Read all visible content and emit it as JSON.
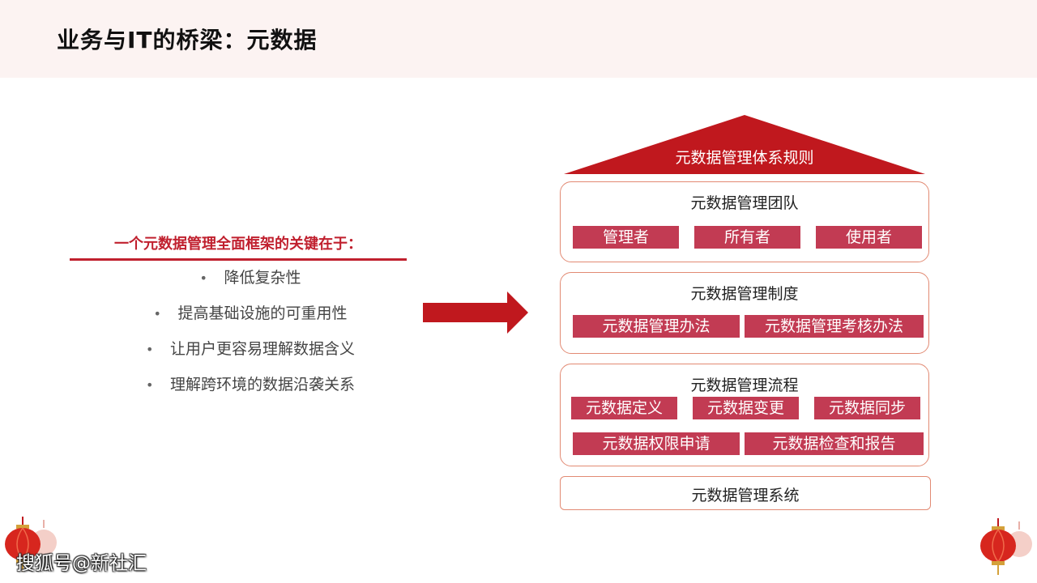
{
  "header": {
    "title": "业务与IT的桥梁：元数据"
  },
  "left": {
    "heading": "一个元数据管理全面框架的关键在于：",
    "bullet_symbol": "•",
    "bullets": [
      "降低复杂性",
      "提高基础设施的可重用性",
      "让用户更容易理解数据含义",
      "理解跨环境的数据沿袭关系"
    ]
  },
  "framework": {
    "roof_label": "元数据管理体系规则",
    "team": {
      "title": "元数据管理团队",
      "tags": [
        "管理者",
        "所有者",
        "使用者"
      ]
    },
    "policy": {
      "title": "元数据管理制度",
      "tags": [
        "元数据管理办法",
        "元数据管理考核办法"
      ]
    },
    "process": {
      "title": "元数据管理流程",
      "tags": [
        "元数据定义",
        "元数据变更",
        "元数据同步",
        "元数据权限申请",
        "元数据检查和报告"
      ]
    },
    "system": {
      "title": "元数据管理系统"
    }
  },
  "watermark": "搜狐号@新社汇",
  "colors": {
    "accent": "#c0202e",
    "tag": "#c23b53",
    "panel_border": "#e28a73",
    "header_bg": "#fcf3f2"
  }
}
